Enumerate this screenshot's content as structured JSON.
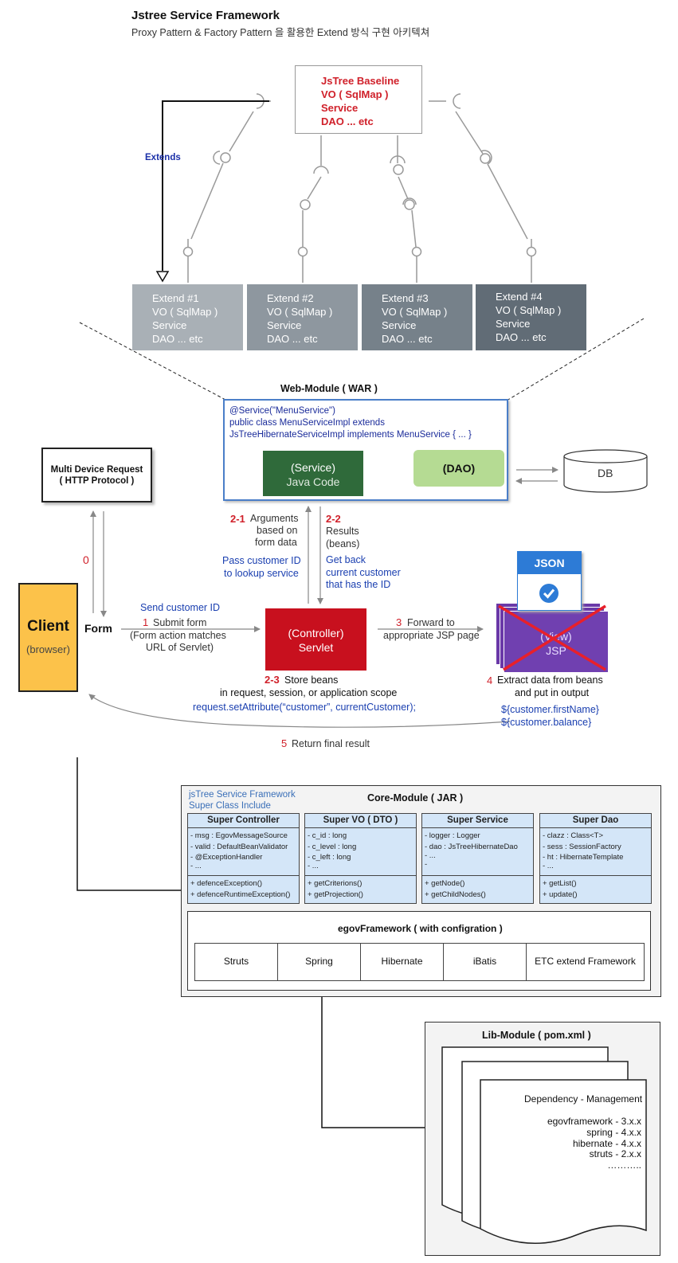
{
  "header": {
    "title": "Jstree Service Framework",
    "subtitle": "Proxy Pattern & Factory Pattern 을 활용한 Extend 방식 구현 아키텍쳐"
  },
  "baseline": {
    "lines": [
      "JsTree Baseline",
      "VO ( SqlMap )",
      "Service",
      "DAO ... etc"
    ]
  },
  "extends_label": "Extends",
  "extend_boxes": [
    {
      "title": "Extend #1",
      "l2": "VO ( SqlMap )",
      "l3": "Service",
      "l4": "DAO ... etc"
    },
    {
      "title": "Extend #2",
      "l2": "VO ( SqlMap )",
      "l3": "Service",
      "l4": "DAO ... etc"
    },
    {
      "title": "Extend #3",
      "l2": "VO ( SqlMap )",
      "l3": "Service",
      "l4": "DAO ... etc"
    },
    {
      "title": "Extend #4",
      "l2": "VO ( SqlMap )",
      "l3": "Service",
      "l4": "DAO ... etc"
    }
  ],
  "web_module": {
    "title": "Web-Module ( WAR )",
    "code": [
      "@Service(\"MenuService\")",
      "public class MenuServiceImpl extends",
      "JsTreeHibernateServiceImpl implements MenuService { ... }"
    ],
    "service_box": [
      "(Service)",
      "Java Code"
    ],
    "dao_box": "(DAO)",
    "db": "DB",
    "multi_device": [
      "Multi Device Request",
      "( HTTP Protocol )"
    ],
    "client": [
      "Client",
      "(browser)"
    ],
    "form": "Form",
    "zero": "0",
    "send_id": "Send customer ID",
    "step1_num": "1",
    "step1": [
      "Submit form",
      "(Form action matches",
      "URL of Servlet)"
    ],
    "step21_num": "2-1",
    "step21": [
      "Arguments",
      "based on",
      "form data"
    ],
    "pass_id": [
      "Pass customer ID",
      "to lookup service"
    ],
    "step22_num": "2-2",
    "step22": [
      "Results",
      "(beans)"
    ],
    "get_back": [
      "Get back",
      "current customer",
      "that has the ID"
    ],
    "controller": [
      "(Controller)",
      "Servlet"
    ],
    "step3_num": "3",
    "step3": [
      "Forward to",
      "appropriate JSP page"
    ],
    "json": "JSON",
    "view": [
      "(View)",
      "JSP"
    ],
    "step23_num": "2-3",
    "step23": [
      "Store beans",
      "in request, session, or application scope"
    ],
    "set_attr": "request.setAttribute(“customer”, currentCustomer);",
    "step4_num": "4",
    "step4": [
      "Extract data from beans",
      "and put in output"
    ],
    "el": [
      "${customer.firstName}",
      "${customer.balance}"
    ],
    "step5_num": "5",
    "step5": "Return final result"
  },
  "core_module": {
    "title": "Core-Module ( JAR )",
    "note": [
      "jsTree Service Framework",
      "Super Class Include"
    ],
    "classes": [
      {
        "name": "Super Controller",
        "attrs": [
          "- msg : EgovMessageSource",
          "- valid : DefaultBeanValidator",
          "- @ExceptionHandler",
          "- ..."
        ],
        "ops": [
          "+ defenceException()",
          "+ defenceRuntimeException()"
        ]
      },
      {
        "name": "Super VO ( DTO )",
        "attrs": [
          "- c_id : long",
          "- c_level : long",
          "- c_left : long",
          "- ..."
        ],
        "ops": [
          "+ getCriterions()",
          "+ getProjection()"
        ]
      },
      {
        "name": "Super Service",
        "attrs": [
          "- logger : Logger",
          "- dao : JsTreeHibernateDao",
          "- ...",
          "-"
        ],
        "ops": [
          "+ getNode()",
          "+ getChildNodes()"
        ]
      },
      {
        "name": "Super Dao",
        "attrs": [
          "- clazz : Class<T>",
          "- sess : SessionFactory",
          "- ht : HibernateTemplate",
          "- ..."
        ],
        "ops": [
          "+ getList()",
          "+ update()"
        ]
      }
    ],
    "egov_title": "egovFramework ( with configration )",
    "frameworks": [
      "Struts",
      "Spring",
      "Hibernate",
      "iBatis",
      "ETC extend Framework"
    ]
  },
  "lib_module": {
    "title": "Lib-Module ( pom.xml )",
    "doc_title": "Dependency - Management",
    "deps": [
      "egovframework - 3.x.x",
      "spring - 4.x.x",
      "hibernate - 4.x.x",
      "struts - 2.x.x",
      "……….."
    ]
  }
}
